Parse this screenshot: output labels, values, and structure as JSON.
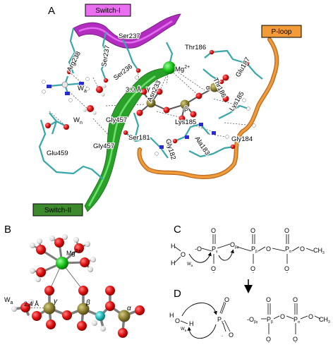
{
  "panels": {
    "a": "A",
    "b": "B",
    "c": "C",
    "d": "D"
  },
  "panel_a": {
    "callouts": {
      "switch1": "Switch-I",
      "ploop": "P-loop",
      "switch2": "Switch-II"
    },
    "colors": {
      "switch1": "#d63be0",
      "ploop": "#ef8f2b",
      "switch2": "#2fb62f",
      "switch2_label": "#3c8a2c",
      "backbone": "#39a7a8"
    },
    "residues": {
      "ser237a": "Ser237",
      "ser237b": "Ser237",
      "arg238": "Arg238",
      "ser236": "Ser236",
      "thr186a": "Thr186",
      "thr186b": "Thr186",
      "glu187": "Glu187",
      "asn233": "Asn233",
      "lys185a": "Lys185",
      "lys185b": "Lys185",
      "gly457a": "Gly457",
      "gly457b": "Gly457",
      "gly184": "Gly184",
      "ala183": "Ala183",
      "ser181": "Ser181",
      "gly182": "Gly182",
      "glu459": "Glu459"
    },
    "mg": "Mg",
    "mg_charge": "2+",
    "wa": "W",
    "wa_sub": "a",
    "wn": "W",
    "wn_sub": "n",
    "distance": "3.0 Å",
    "gamma": "γ",
    "beta": "β",
    "alpha": "α"
  },
  "panel_b": {
    "mg": "Mg",
    "mg_charge": "2+",
    "wa": "W",
    "wa_sub": "a",
    "distance": "2.4 Å",
    "gamma": "γ",
    "beta": "β",
    "alpha": "α"
  },
  "panel_c": {
    "h1": "H",
    "o_water": "O",
    "h2": "H",
    "wa": "W",
    "wa_sub": "a",
    "pg": "P",
    "pg_sub": "γ",
    "pb": "P",
    "pb_sub": "β",
    "pa": "P",
    "pa_sub": "α",
    "o": "O",
    "o_minus": "-O",
    "o_bridge": "O",
    "o_bridge_sub": "βγ",
    "ch3": "CH",
    "ch3_sub": "3",
    "minus": "-"
  },
  "panel_d": {
    "h1": "H",
    "o_water": "O",
    "h2": "H",
    "wa": "W",
    "wa_sub": "a",
    "pg": "P",
    "pg_sub": "γ",
    "pb": "P",
    "pb_sub": "β",
    "pa": "P",
    "pa_sub": "α",
    "o": "O",
    "o_minus": "-O",
    "o_bridge_sub": "βγ",
    "ch3": "CH",
    "ch3_sub": "3",
    "minus": "-"
  }
}
